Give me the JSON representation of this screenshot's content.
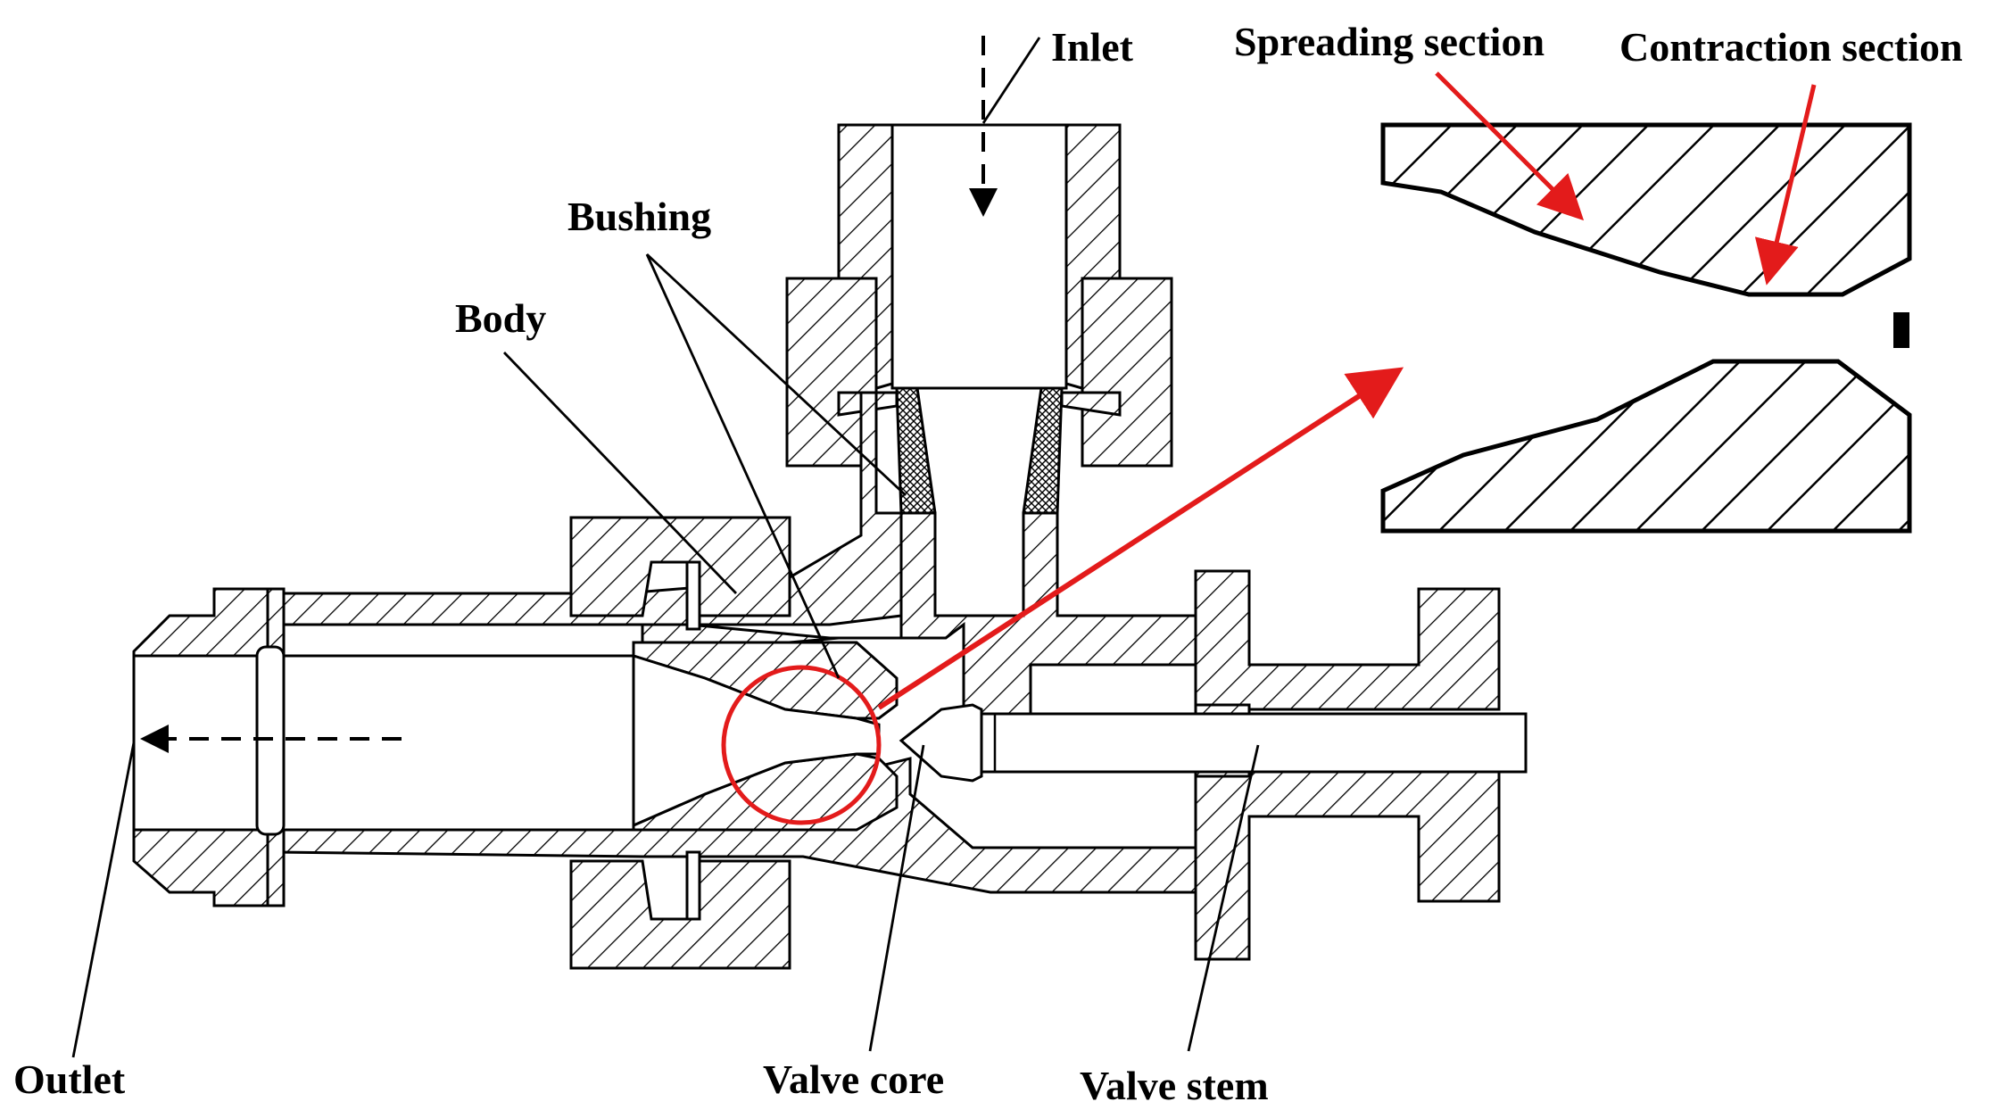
{
  "labels": {
    "inlet": "Inlet",
    "spreading_section": "Spreading section",
    "contraction_section": "Contraction section",
    "bushing": "Bushing",
    "body": "Body",
    "outlet": "Outlet",
    "valve_core": "Valve core",
    "valve_stem": "Valve stem"
  },
  "colors": {
    "line": "#000000",
    "highlight": "#e31b1b",
    "background": "#ffffff"
  }
}
